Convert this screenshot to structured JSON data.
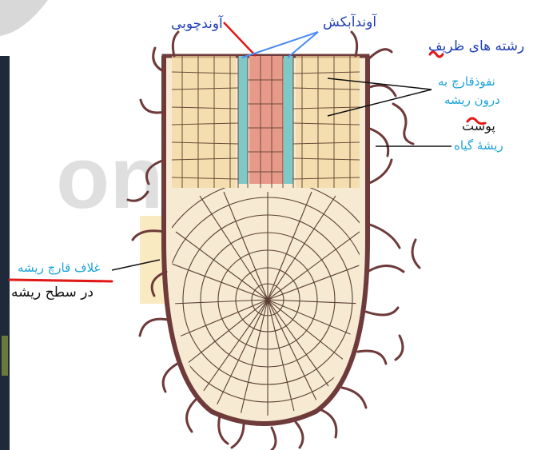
{
  "labels": {
    "xylem": "آوندچوبی",
    "phloem": "آوندآبکش",
    "fine_threads": "رشته های ظریف",
    "fungal_penetration_line1": "نفوذقارچ به",
    "fungal_penetration_line2": "درون ریشه",
    "cortex": "پوست",
    "plant_root": "ریشهٔ گیاه",
    "fungal_sheath": "غلاف قارچ ریشه",
    "on_root_surface": "در سطح ریشه"
  },
  "colors": {
    "dark_blue_label": "#1f3fb8",
    "cyan_label": "#1ba3d8",
    "red_marker": "#e01818",
    "hypha": "#6e3a3a",
    "cell_fill": "#f6ead2",
    "xylem_fill": "#e89a8a",
    "phloem_fill": "#7fc8c8",
    "cortex_fill": "#f3d9a0"
  },
  "watermark_text": "onfo"
}
